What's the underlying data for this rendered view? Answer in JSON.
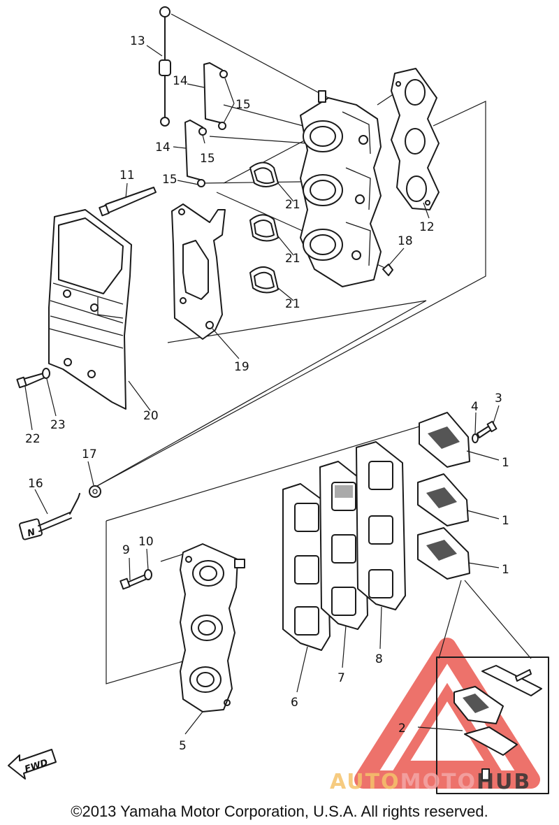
{
  "callouts": {
    "c1a": "1",
    "c1b": "1",
    "c1c": "1",
    "c2": "2",
    "c3": "3",
    "c4": "4",
    "c5": "5",
    "c6": "6",
    "c7": "7",
    "c8": "8",
    "c9": "9",
    "c10": "10",
    "c11": "11",
    "c12": "12",
    "c13": "13",
    "c14a": "14",
    "c14b": "14",
    "c15a": "15",
    "c15b": "15",
    "c15c": "15",
    "c16": "16",
    "c17": "17",
    "c18": "18",
    "c19": "19",
    "c20": "20",
    "c21a": "21",
    "c21b": "21",
    "c21c": "21",
    "c22": "22",
    "c23": "23"
  },
  "fwd_label": "FWD",
  "plug_label": "N",
  "watermark": {
    "text": "AUTOMOTOHUB",
    "color_auto": "#f5c26b",
    "color_moto": "#f4a6a6",
    "color_hub": "#333333",
    "triangle_color": "#e8433a"
  },
  "copyright": "©2013 Yamaha Motor Corporation, U.S.A. All rights reserved."
}
